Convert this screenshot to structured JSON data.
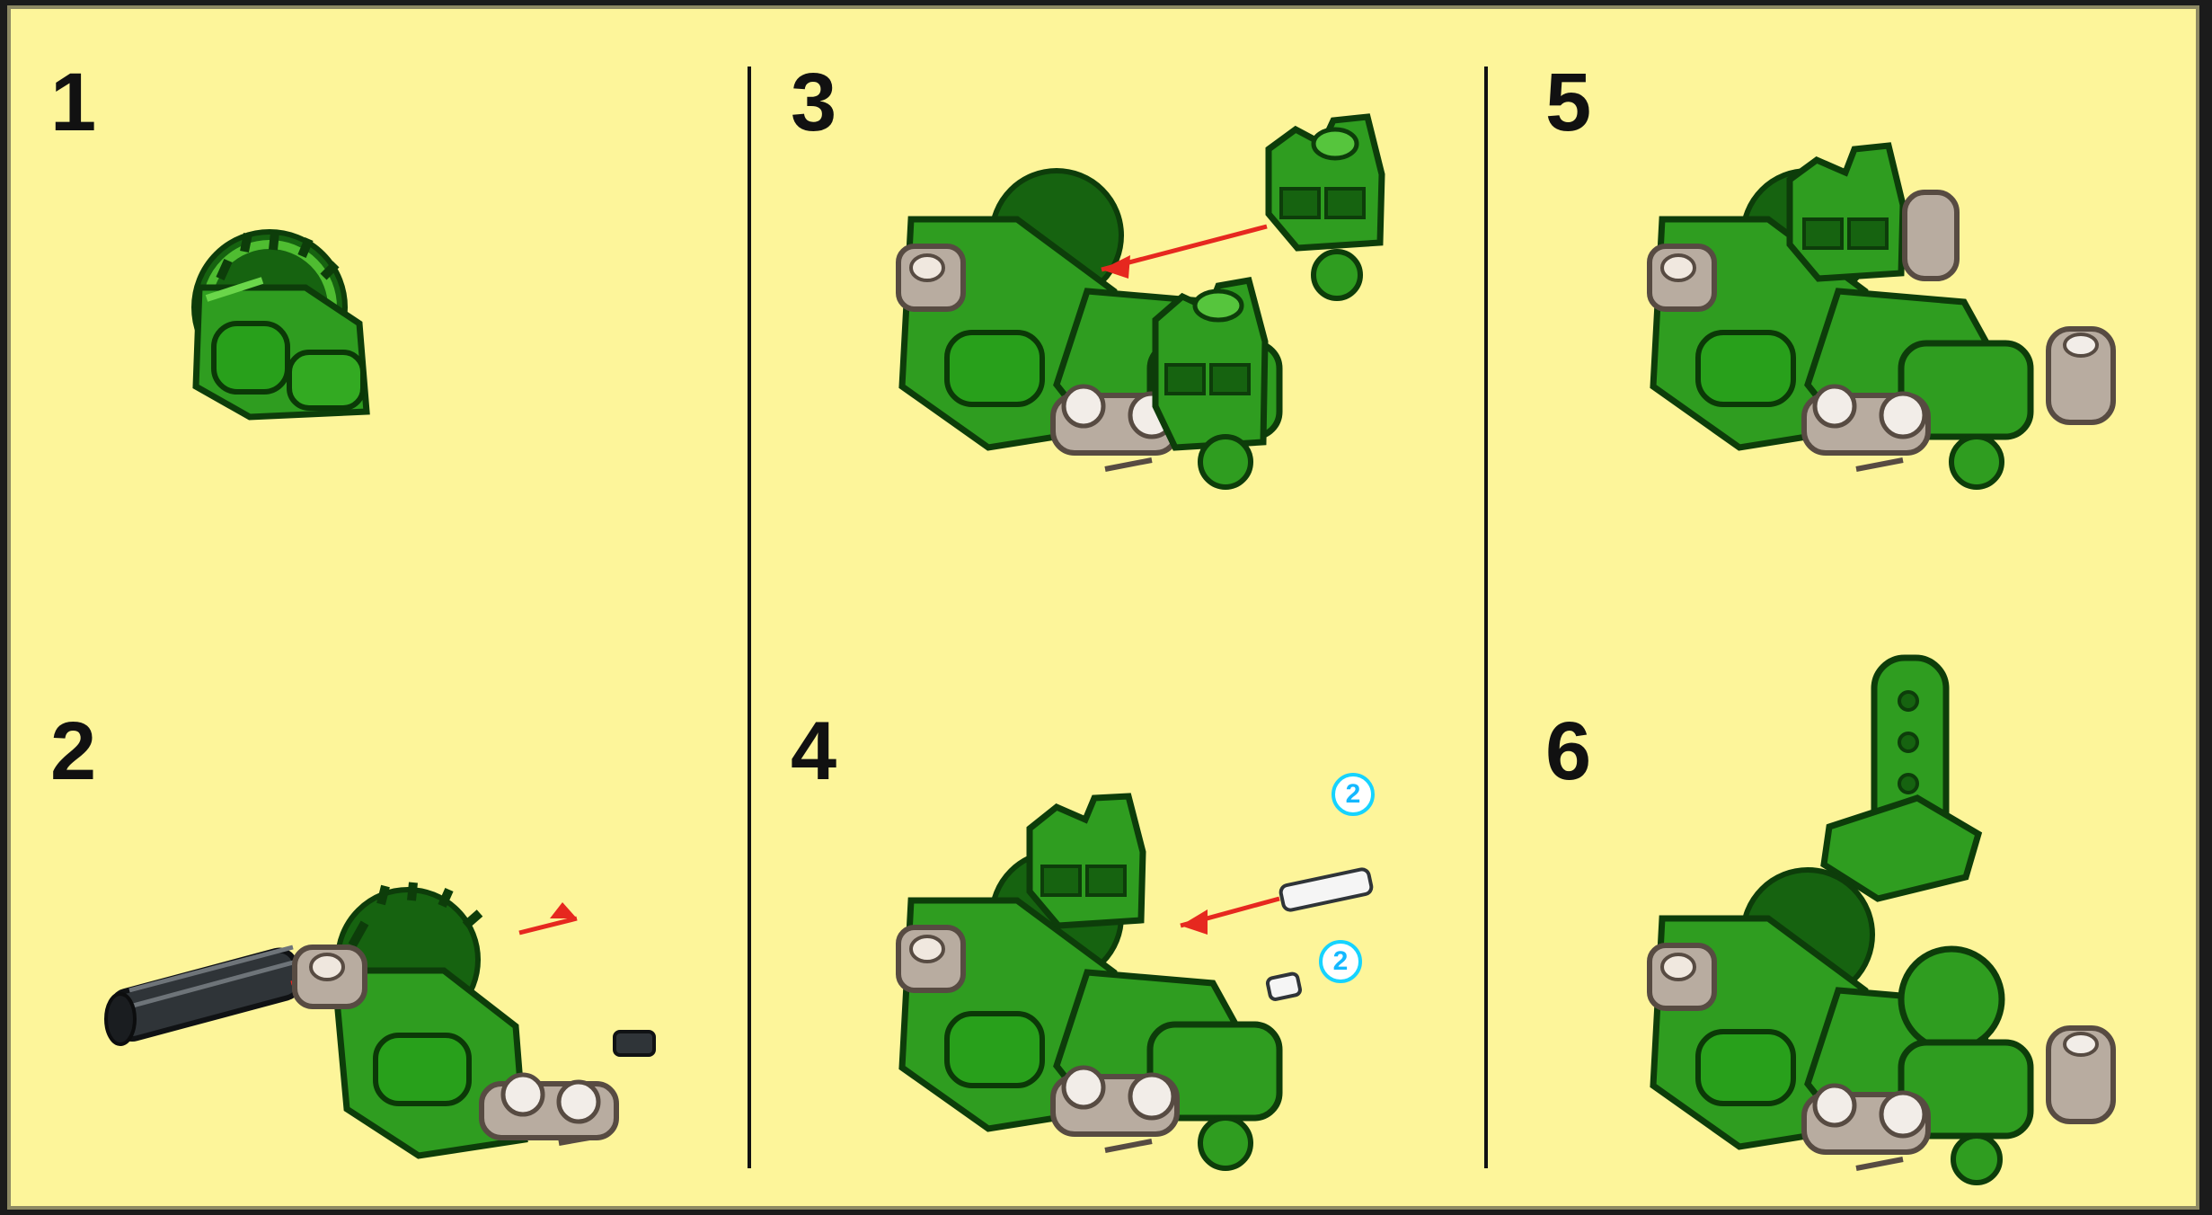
{
  "page": {
    "background_color": "#fdf59a",
    "divider_color": "#111111",
    "part_green": "#2f9d20",
    "part_dark_green": "#155f10",
    "part_gray": "#b8aca0",
    "axle_dark": "#2f3438",
    "arrow_red": "#e6281f",
    "callout_cyan": "#16d3ff"
  },
  "steps": [
    {
      "label": "1"
    },
    {
      "label": "2"
    },
    {
      "label": "3"
    },
    {
      "label": "4"
    },
    {
      "label": "5"
    },
    {
      "label": "6"
    }
  ],
  "step4": {
    "callouts": [
      {
        "label": "2",
        "icon": "quantity-callout"
      },
      {
        "label": "2",
        "icon": "quantity-callout"
      }
    ]
  }
}
